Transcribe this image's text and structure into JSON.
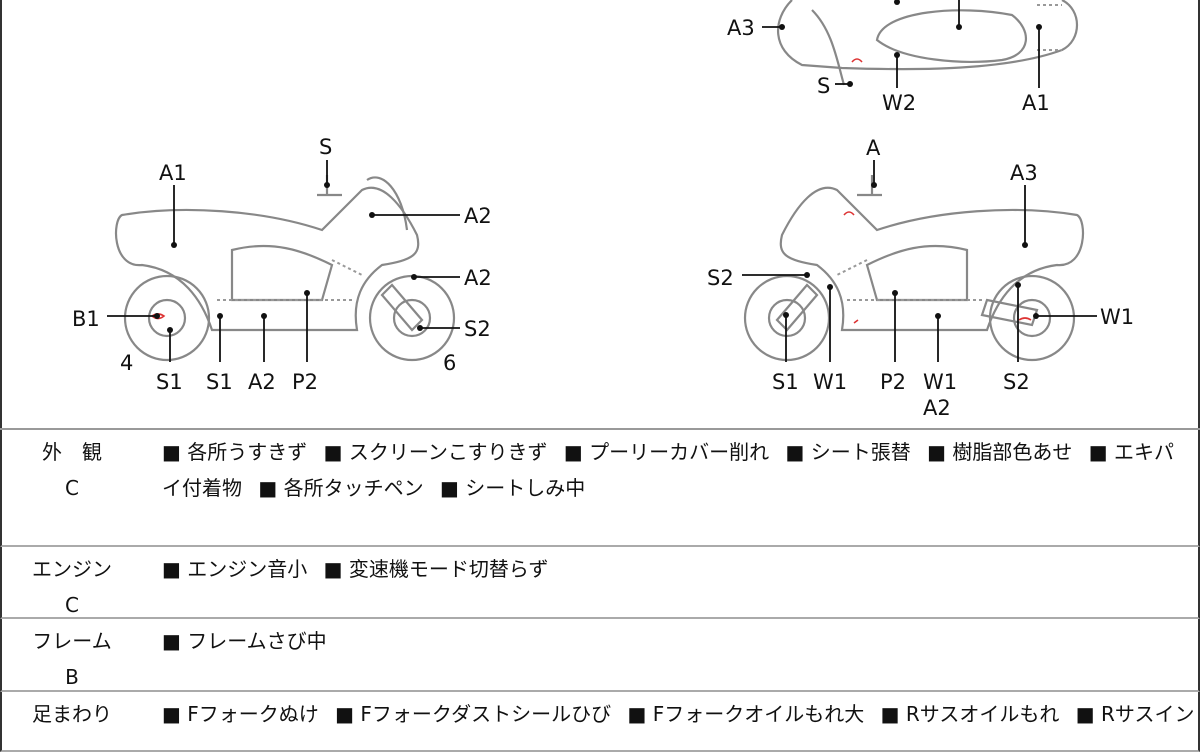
{
  "diagram": {
    "top_view_labels": [
      "A3",
      "S",
      "W2",
      "A1"
    ],
    "left_view_labels": [
      "S",
      "A1",
      "A2",
      "A2",
      "B1",
      "S2",
      "4",
      "6",
      "S1",
      "S1",
      "A2",
      "P2"
    ],
    "right_view_labels": [
      "A",
      "A3",
      "S2",
      "W1",
      "S1",
      "W1",
      "P2",
      "W1",
      "A2",
      "S2"
    ],
    "colors": {
      "outline": "#888888",
      "damage_mark": "#dd3333"
    }
  },
  "conditions": [
    {
      "category": "外　観",
      "grade": "C",
      "items": [
        "各所うすきず",
        "スクリーンこすりきず",
        "プーリーカバー削れ",
        "シート張替",
        "樹脂部色あせ",
        "エキパイ付着物",
        "各所タッチペン",
        "シートしみ中"
      ]
    },
    {
      "category": "エンジン",
      "grade": "C",
      "items": [
        "エンジン音小",
        "変速機モード切替らず"
      ]
    },
    {
      "category": "フレーム",
      "grade": "B",
      "items": [
        "フレームさび中"
      ]
    },
    {
      "category": "足まわり",
      "grade": "",
      "items": [
        "Fフォークぬけ",
        "Fフォークダストシールひび",
        "Fフォークオイルもれ大",
        "Rサスオイルもれ",
        "Rサスイン"
      ]
    }
  ]
}
